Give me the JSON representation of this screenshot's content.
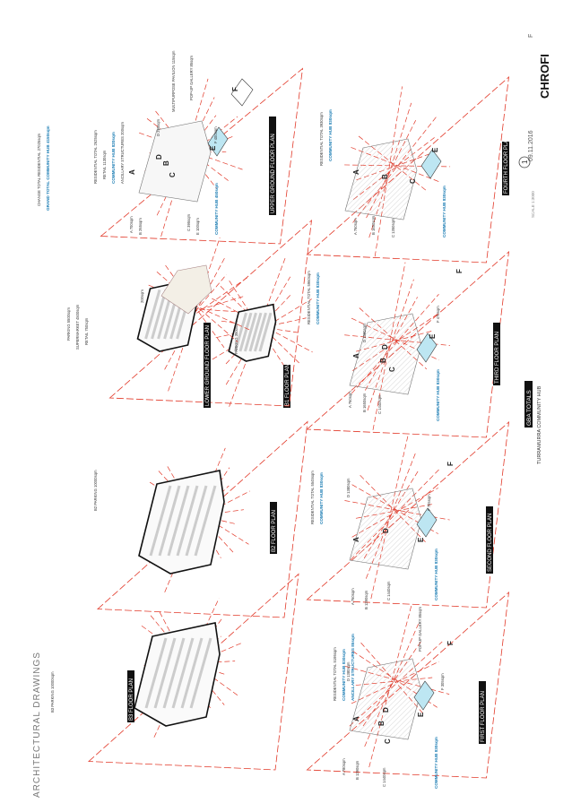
{
  "sheet": {
    "heading": "ARCHITECTURAL DRAWINGS",
    "firm": "CHROFI",
    "date": "09.11.2016",
    "scale": "SCALE 1:3000",
    "revision": "F",
    "north": "1",
    "gba_title": "GBA TOTALS",
    "gba_subtitle": "TURRAMURRA COMMUNITY HUB"
  },
  "plans": {
    "b3": {
      "title": "B3 FLOOR PLAN",
      "area": "B3 PARKING 10000sqm"
    },
    "b2": {
      "title": "B2 FLOOR PLAN",
      "area": "B2 PARKING 10000sqm"
    },
    "b1": {
      "title": "B1 FLOOR PLAN",
      "area": "PARKING 3500sqm"
    },
    "lower_ground": {
      "title": "LOWER GROUND FLOOR PLAN",
      "parking": "PARKING 5500sqm",
      "supermarket": "SUPERMARKET 4500sqm",
      "retail": "RETAIL 750sqm",
      "extra": "200sqm"
    },
    "upper_ground": {
      "title": "UPPER GROUND FLOOR PLAN",
      "res_total": "CHANGE TOTAL RESIDENTIAL 27025sqm",
      "grand_total": "GRAND TOTAL COMMUNITY HUB 4150sqm",
      "residential": "RESIDENTIAL TOTAL 2625sqm",
      "retail": "RETAIL 1130sqm",
      "hub": "COMMUNITY HUB 820sqm",
      "ancillary": "ANCILLARY STRUCTURES 200sqm",
      "pavilion": "MULTIPURPOSE PAVILION 115sqm",
      "popup": "POP-UP GALLERY 85sqm",
      "a": "A 700sqm",
      "b": "B 265sqm",
      "c": "C 395sqm",
      "d": "D 295sqm",
      "e": "E 100sqm",
      "f": "F 400sqm",
      "hub_e": "COMMUNITY HUB 450sqm"
    },
    "first": {
      "title": "FIRST FLOOR PLAN",
      "residential": "RESIDENTIAL TOTAL 5195sqm",
      "hub": "COMMUNITY HUB 830sqm",
      "ancillary": "ANCILLARY STRUCTURES 85sqm",
      "popup": "POP-UP GALLERY 85sqm",
      "a": "A 780sqm",
      "b": "B 1290sqm",
      "c": "C 1440sqm",
      "d": "D 1380sqm",
      "f": "F 305sqm",
      "hub_e": "COMMUNITY HUB 830sqm"
    },
    "second": {
      "title": "SECOND FLOOR PLAN",
      "residential": "RESIDENTIAL TOTAL 5545sqm",
      "hub": "COMMUNITY HUB 830sqm",
      "a": "A 760sqm",
      "b": "B 1290sqm",
      "c": "C 1440sqm",
      "d": "D 1380sqm",
      "f": "F 705sqm",
      "hub_e": "COMMUNITY HUB 830sqm"
    },
    "third": {
      "title": "THIRD FLOOR PLAN",
      "residential": "RESIDENTIAL TOTAL 5960sqm",
      "hub": "COMMUNITY HUB 830sqm",
      "a": "A 760sqm",
      "b": "B 1650sqm",
      "c": "C 1440sqm",
      "d": "D 1380sqm",
      "f": "F 470sqm",
      "hub_e": "COMMUNITY HUB 830sqm"
    },
    "fourth": {
      "title": "FOURTH FLOOR PLAN",
      "residential": "RESIDENTIAL TOTAL 3930sqm",
      "hub": "COMMUNITY HUB 830sqm",
      "a": "A 760sqm",
      "b": "B 1650sqm",
      "c": "C 1350sqm",
      "hub_e": "COMMUNITY HUB 830sqm"
    }
  },
  "colors": {
    "red": "#e23a2a",
    "hub_blue": "#bde6f2",
    "hub_text": "#1f7fb5",
    "black": "#111111",
    "grey": "#c9c9c9"
  }
}
